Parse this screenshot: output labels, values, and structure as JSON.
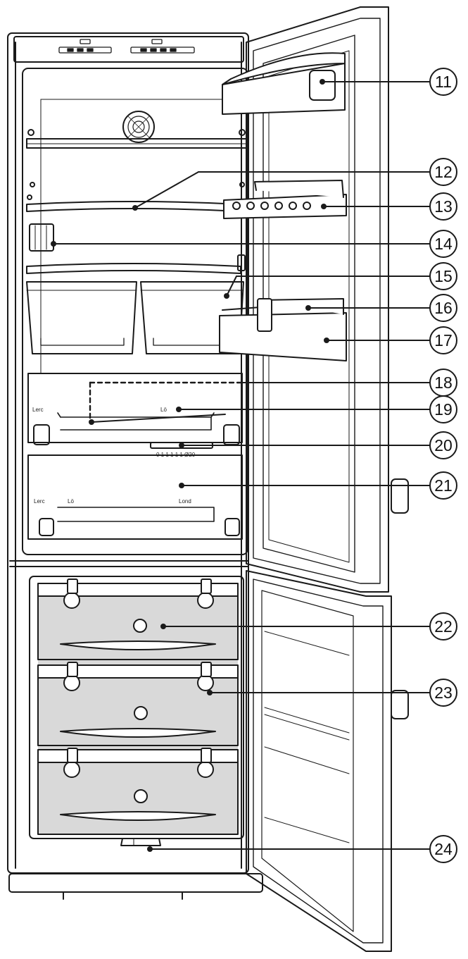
{
  "callouts": [
    {
      "number": "11",
      "part": "door-top-compartment"
    },
    {
      "number": "12",
      "part": "glass-shelf"
    },
    {
      "number": "13",
      "part": "egg-tray-door-shelf"
    },
    {
      "number": "14",
      "part": "interior-light"
    },
    {
      "number": "15",
      "part": "fridge-drawers"
    },
    {
      "number": "16",
      "part": "bottle-retainer"
    },
    {
      "number": "17",
      "part": "bottle-shelf"
    },
    {
      "number": "18",
      "part": "biofresh-drawer-upper"
    },
    {
      "number": "19",
      "part": "humidity-slider"
    },
    {
      "number": "20",
      "part": "temperature-display-strip"
    },
    {
      "number": "21",
      "part": "biofresh-drawer-lower"
    },
    {
      "number": "22",
      "part": "freezer-drawer"
    },
    {
      "number": "23",
      "part": "freezer-drawer-label-slider"
    },
    {
      "number": "24",
      "part": "adjustable-foot"
    }
  ],
  "drawer_labels": {
    "biofresh_left": "Lerc",
    "biofresh_mid": "Lö",
    "biofresh_right": "Lond",
    "strip_scale": "0 1 1 1 1 1 Ø20"
  },
  "colors": {
    "line": "#1a1a1a",
    "freezer_fill": "#d9d9d9",
    "callout_circle": "#ffffff"
  }
}
